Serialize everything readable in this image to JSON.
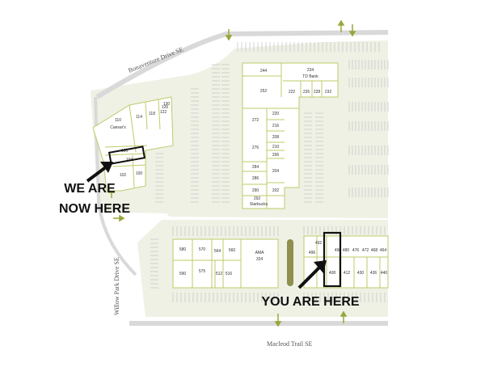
{
  "streets": {
    "north": "Bonaventure Drive SE",
    "west": "Willow Park Drive SE",
    "south": "Macleod Trail SE"
  },
  "callouts": {
    "we_are_line1": "WE ARE",
    "we_are_line2": "NOW HERE",
    "you_are": "YOU ARE HERE"
  },
  "units": {
    "caesars_num": "110",
    "caesars_name": "Caesar's",
    "u_114": "114",
    "u_118": "118",
    "u_122": "122",
    "u_126": "126",
    "u_130": "130",
    "u_106": "106",
    "u_104": "104",
    "u_102": "102",
    "u_100": "100",
    "u_244": "244",
    "td_num": "234",
    "td_name": "TD Bank",
    "u_252": "252",
    "u_222": "222",
    "u_226": "226",
    "u_228": "228",
    "u_232": "232",
    "u_272": "272",
    "u_220": "220",
    "u_216": "216",
    "u_208": "208",
    "u_276": "276",
    "u_210": "210",
    "u_206": "206",
    "u_284": "284",
    "u_204": "204",
    "u_286": "286",
    "u_290": "290",
    "u_202": "202",
    "starbucks_num": "292",
    "starbucks_name": "Starbucks",
    "u_580": "580",
    "u_570": "570",
    "u_564": "564",
    "u_560": "560",
    "ama_name": "AMA",
    "ama_num": "324",
    "u_590": "590",
    "u_575": "575",
    "u_512": "512",
    "u_516": "516",
    "u_492": "492",
    "u_490": "490",
    "u_480": "480",
    "u_476": "476",
    "u_472": "472",
    "u_468": "468",
    "u_464": "464",
    "u_496": "496",
    "u_408": "408",
    "u_412": "412",
    "u_430": "430",
    "u_436": "436",
    "u_440": "440"
  },
  "colors": {
    "building_outline": "#c2c96a",
    "lot": "#eef1e4",
    "median": "#8f8f4e",
    "arrow": "#9aa63a",
    "highlight": "#111111"
  }
}
